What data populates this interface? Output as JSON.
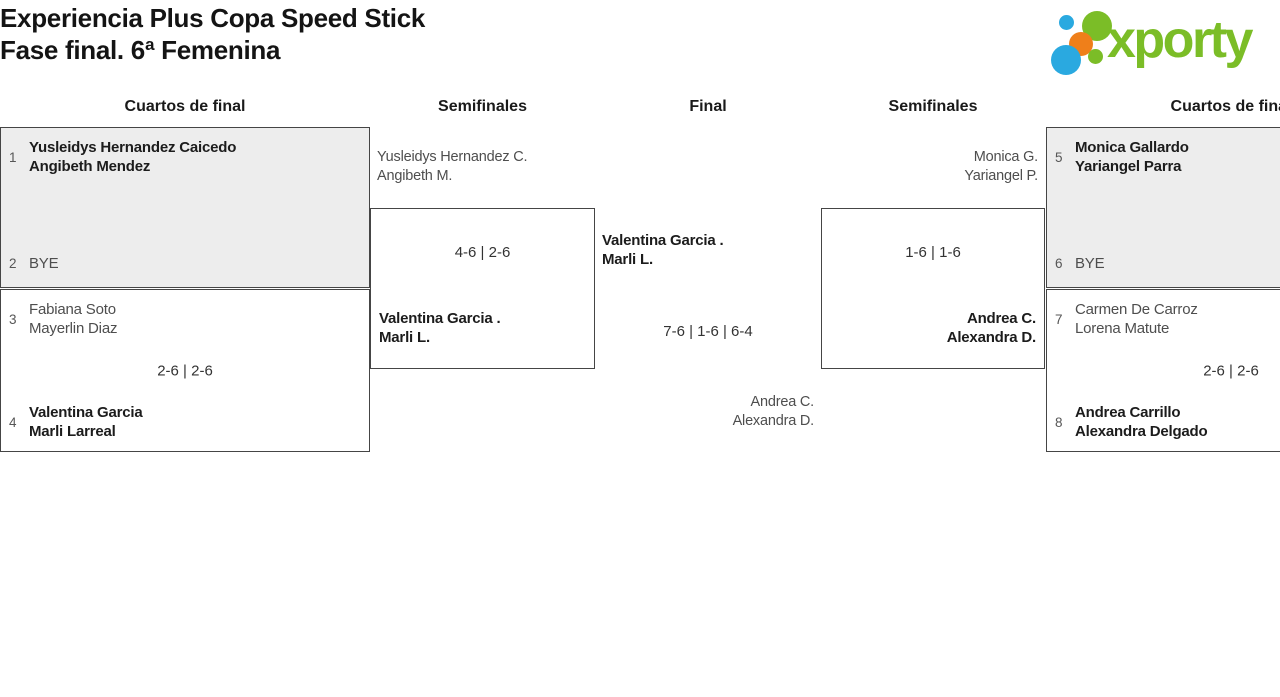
{
  "header": {
    "title_line1": "Experiencia Plus Copa Speed Stick",
    "title_line2": "Fase final. 6ª Femenina"
  },
  "logo": {
    "wordmark": "xporty",
    "colors": {
      "green": "#7bbd27",
      "orange": "#ef7f1a",
      "blue": "#2aa9e0"
    }
  },
  "rounds": {
    "r1": "Cuartos de final",
    "r2": "Semifinales",
    "r3": "Final",
    "r4": "Semifinales",
    "r5": "Cuartos de final"
  },
  "matches": {
    "qf_left_1": {
      "seed_top": "1",
      "top_name1": "Yusleidys Hernandez Caicedo",
      "top_name2": "Angibeth Mendez",
      "seed_bottom": "2",
      "bottom_name1": "BYE"
    },
    "qf_left_2": {
      "seed_top": "3",
      "top_name1": "Fabiana Soto",
      "top_name2": "Mayerlin Diaz",
      "score": "2-6 | 2-6",
      "seed_bottom": "4",
      "bottom_name1": "Valentina Garcia",
      "bottom_name2": "Marli Larreal"
    },
    "sf_left": {
      "incoming1": "Yusleidys Hernandez C.",
      "incoming2": "Angibeth M.",
      "score": "4-6 | 2-6",
      "winner1": "Valentina Garcia .",
      "winner2": "Marli L."
    },
    "final": {
      "left1": "Valentina Garcia .",
      "left2": "Marli L.",
      "score": "7-6 | 1-6 | 6-4",
      "right1": "Andrea C.",
      "right2": "Alexandra D."
    },
    "sf_right": {
      "incoming1": "Monica G.",
      "incoming2": "Yariangel P.",
      "score": "1-6 | 1-6",
      "winner1": "Andrea C.",
      "winner2": "Alexandra D."
    },
    "qf_right_1": {
      "seed_top": "5",
      "top_name1": "Monica Gallardo",
      "top_name2": "Yariangel Parra",
      "seed_bottom": "6",
      "bottom_name1": "BYE"
    },
    "qf_right_2": {
      "seed_top": "7",
      "top_name1": "Carmen De Carroz",
      "top_name2": "Lorena Matute",
      "score": "2-6 | 2-6",
      "seed_bottom": "8",
      "bottom_name1": "Andrea Carrillo",
      "bottom_name2": "Alexandra Delgado"
    }
  }
}
